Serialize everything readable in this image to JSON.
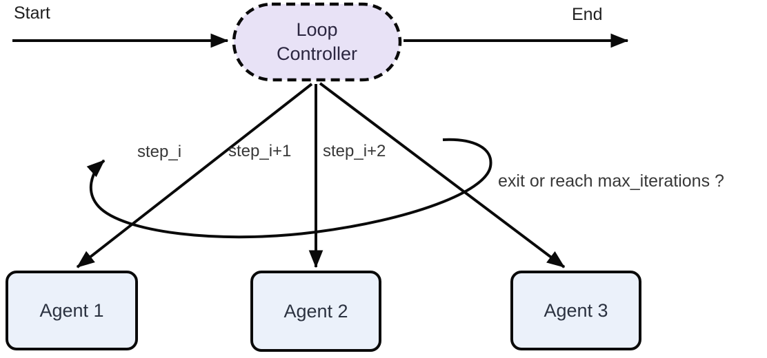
{
  "diagram": {
    "start_label": "Start",
    "end_label": "End",
    "controller_label": "Loop Controller",
    "agents": [
      {
        "label": "Agent 1"
      },
      {
        "label": "Agent 2"
      },
      {
        "label": "Agent 3"
      }
    ],
    "edge_labels": {
      "step1": "step_i",
      "step2": "step_i+1",
      "step3": "step_i+2",
      "loop_condition": "exit or reach max_iterations ?"
    }
  },
  "colors": {
    "controller_fill": "#e8e2f6",
    "controller_text": "#2b2640",
    "agent_fill": "#ebf1fa",
    "agent_text": "#2b3240",
    "stroke": "#0a0a0a",
    "label_text": "#383838",
    "endpoint_text": "#1f1f1f"
  }
}
